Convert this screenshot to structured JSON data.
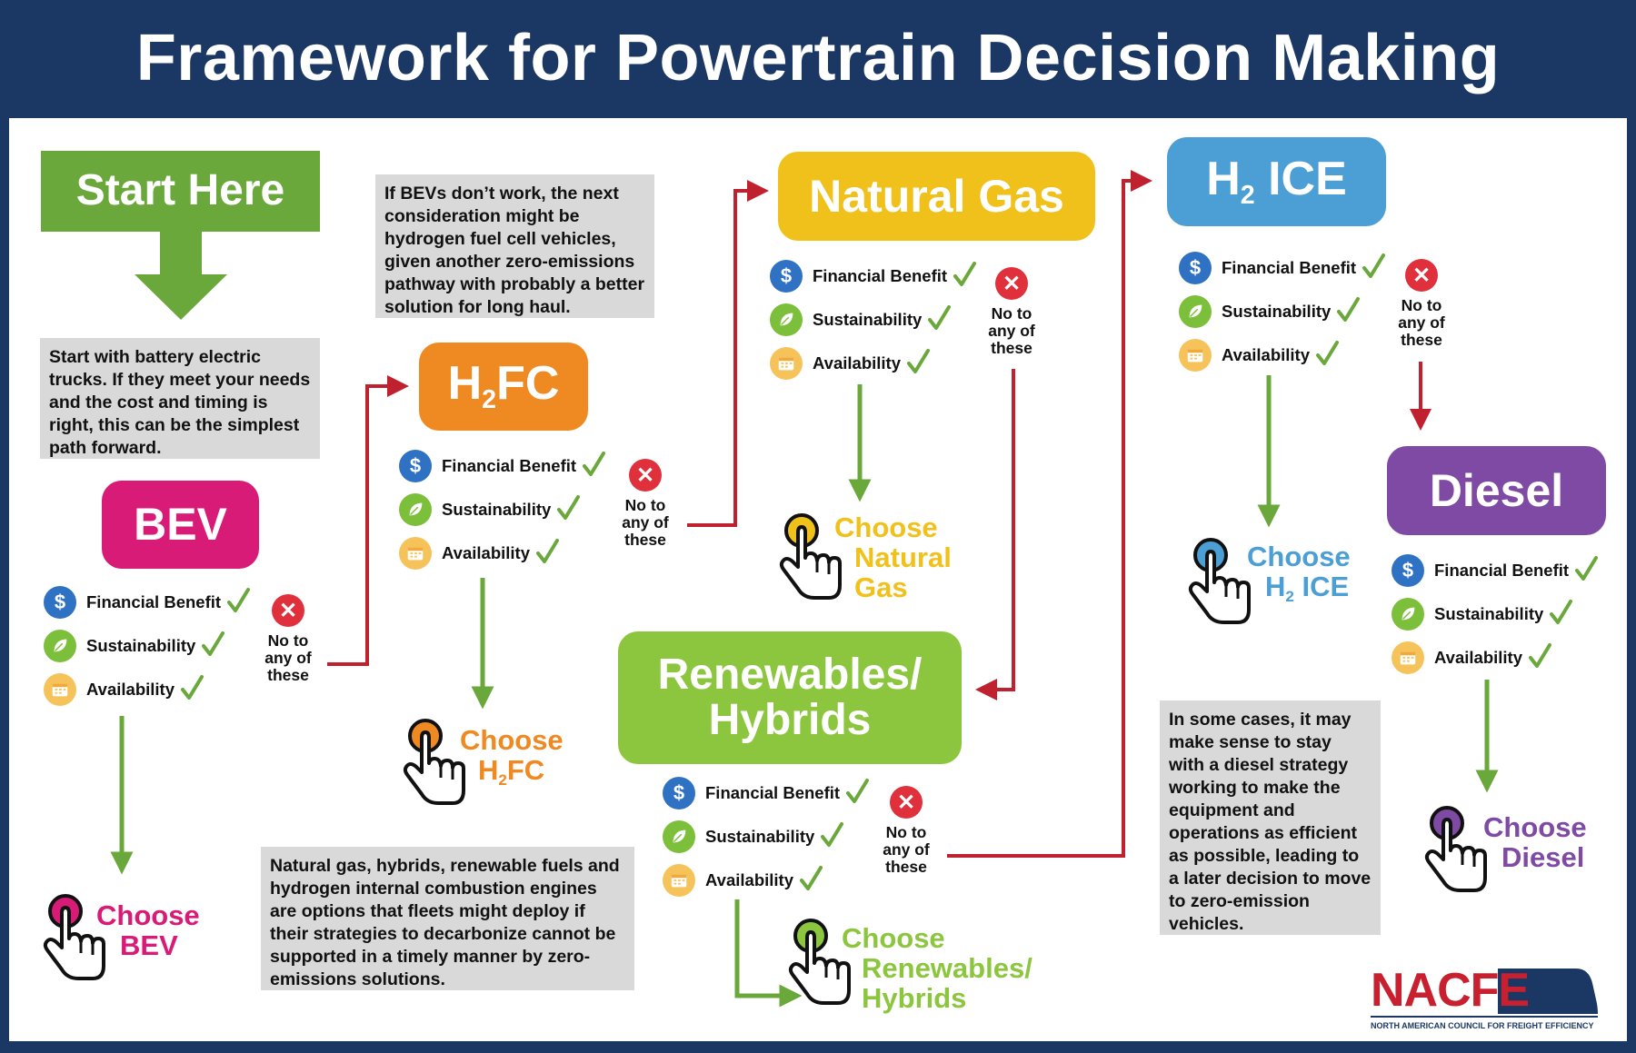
{
  "title": "Framework for Powertrain Decision Making",
  "start": "Start Here",
  "notes": {
    "bev": "Start with battery electric trucks. If they meet your needs and the cost and timing is right, this can be the simplest path forward.",
    "h2fc": "If BEVs don’t work, the next consideration might be hydrogen fuel cell vehicles, given another zero-emissions pathway with probably a better solution for long haul.",
    "renewables": "Natural gas, hybrids, renewable fuels and hydrogen internal combustion engines are options that fleets might deploy if their strategies to decarbonize cannot be supported in a timely manner by zero-emissions solutions.",
    "diesel": "In some cases, it may make sense to stay with a diesel strategy working to make the equipment and operations as efficient as possible, leading to a later decision to move to zero-emission vehicles."
  },
  "options": {
    "bev": {
      "label": "BEV",
      "color": "#d81b77",
      "choose_1": "Choose",
      "choose_2": "BEV"
    },
    "h2fc": {
      "label_main": "H",
      "label_sub": "2",
      "label_rest": "FC",
      "color": "#ef8a22",
      "choose_1": "Choose",
      "choose_2_main": "H",
      "choose_2_sub": "2",
      "choose_2_rest": "FC"
    },
    "natural_gas": {
      "label": "Natural Gas",
      "color": "#f1c11b",
      "choose_1": "Choose",
      "choose_2": "Natural",
      "choose_3": "Gas"
    },
    "renewables": {
      "label_1": "Renewables/",
      "label_2": "Hybrids",
      "color": "#8cc63f",
      "choose_1": "Choose",
      "choose_2": "Renewables/",
      "choose_3": "Hybrids"
    },
    "h2ice": {
      "label_main": "H",
      "label_sub": "2",
      "label_rest": " ICE",
      "color": "#4b9fd5",
      "choose_1": "Choose",
      "choose_2_main": "H",
      "choose_2_sub": "2",
      "choose_2_rest": " ICE"
    },
    "diesel": {
      "label": "Diesel",
      "color": "#7f4aa4",
      "choose_1": "Choose",
      "choose_2": "Diesel"
    }
  },
  "criteria": {
    "financial": "Financial Benefit",
    "sustainability": "Sustainability",
    "availability": "Availability",
    "dollar_glyph": "$"
  },
  "no_to": {
    "line_1": "No to",
    "line_2": "any of",
    "line_3": "these"
  },
  "colors": {
    "yes_arrow": "#6aa83c",
    "no_arrow": "#c0212f",
    "header": "#1b3764",
    "start": "#6aa83c"
  },
  "logo": {
    "word": "NACFE",
    "tagline": "NORTH AMERICAN COUNCIL FOR FREIGHT EFFICIENCY"
  },
  "icons": [
    "dollar-icon",
    "leaf-icon",
    "calendar-icon",
    "check-icon",
    "x-icon",
    "pointing-hand-icon",
    "truck-icon"
  ]
}
